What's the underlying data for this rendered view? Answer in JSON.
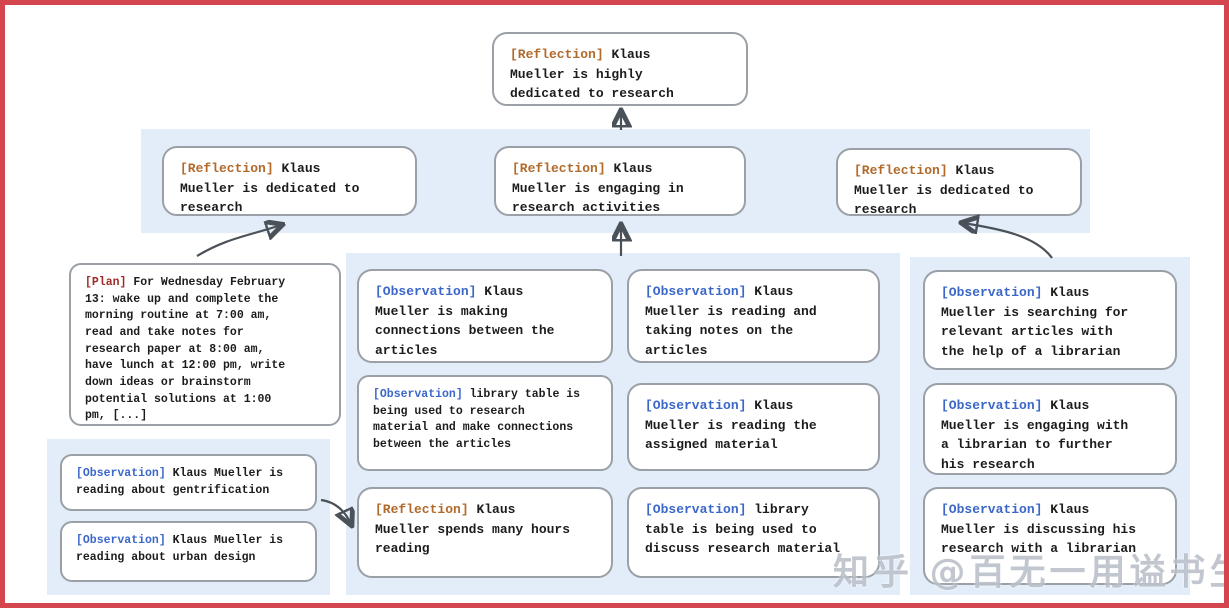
{
  "colors": {
    "frame": "#d5454e",
    "panel": "#e3edfa",
    "border": "#9aa0a6",
    "arrow": "#4b5158",
    "reflection": "#b26a2b",
    "plan": "#9e2b25",
    "observation": "#3a67c8"
  },
  "watermark": {
    "text": "知乎 @百无一用谥书生"
  },
  "nodes": {
    "top": {
      "tag": "[Reflection]",
      "text": "Klaus Mueller is highly dedicated to research"
    },
    "row_left": {
      "tag": "[Reflection]",
      "text": "Klaus Mueller is dedicated to research"
    },
    "row_mid": {
      "tag": "[Reflection]",
      "text": "Klaus Mueller is engaging in research activities"
    },
    "row_right": {
      "tag": "[Reflection]",
      "text": "Klaus Mueller is dedicated to research"
    },
    "plan": {
      "tag": "[Plan]",
      "text": "For Wednesday February 13: wake up and complete the morning routine at 7:00 am, read and take notes for research paper at 8:00 am, have lunch at 12:00 pm, write down ideas or brainstorm potential solutions at 1:00 pm, [...]"
    },
    "obs_gentrification": {
      "tag": "[Observation]",
      "text": "Klaus Mueller is reading about gentrification"
    },
    "obs_urban_design": {
      "tag": "[Observation]",
      "text": "Klaus Mueller is reading about urban design"
    },
    "obs_connections": {
      "tag": "[Observation]",
      "text": "Klaus Mueller is making connections between the articles"
    },
    "obs_library_research": {
      "tag": "[Observation]",
      "text": "library table is being used to research material and make connections between the articles"
    },
    "refl_hours_reading": {
      "tag": "[Reflection]",
      "text": "Klaus Mueller spends many hours reading"
    },
    "obs_taking_notes": {
      "tag": "[Observation]",
      "text": "Klaus Mueller is reading and taking notes on the articles"
    },
    "obs_assigned_material": {
      "tag": "[Observation]",
      "text": "Klaus Mueller is reading the assigned material"
    },
    "obs_library_discuss": {
      "tag": "[Observation]",
      "text": "library table is being used to discuss research material"
    },
    "obs_searching_articles": {
      "tag": "[Observation]",
      "text": "Klaus Mueller is searching for relevant articles with the help of a librarian"
    },
    "obs_engaging_librarian": {
      "tag": "[Observation]",
      "text": "Klaus Mueller is engaging with a librarian to further his research"
    },
    "obs_discussing_librarian": {
      "tag": "[Observation]",
      "text": "Klaus Mueller is discussing his research with a librarian"
    }
  }
}
